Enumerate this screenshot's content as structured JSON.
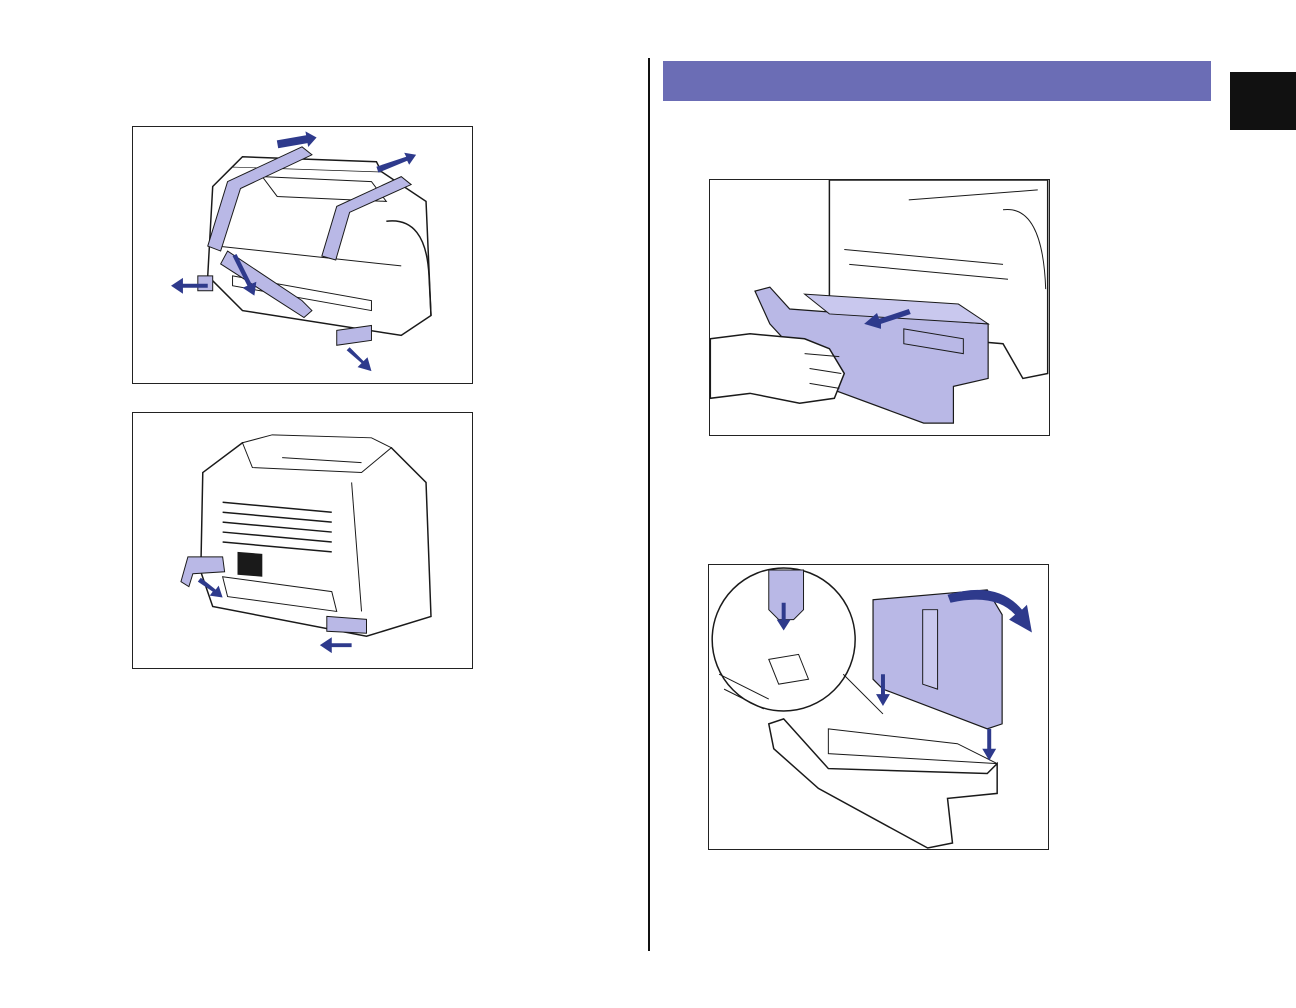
{
  "colors": {
    "tape": "#b9b8e6",
    "arrow": "#2e3a8c",
    "line": "#1a1a1a",
    "header_bar": "#6b6db5",
    "chapter_tab": "#111111"
  },
  "figures": [
    {
      "id": "fig-front-tape-removal",
      "icon": "printer-front-tape-illustration"
    },
    {
      "id": "fig-rear-tape-removal",
      "icon": "printer-rear-tape-illustration"
    },
    {
      "id": "fig-pull-out-cassette",
      "icon": "paper-cassette-pull-illustration"
    },
    {
      "id": "fig-attach-cassette-cover",
      "icon": "cassette-cover-attach-illustration"
    }
  ]
}
